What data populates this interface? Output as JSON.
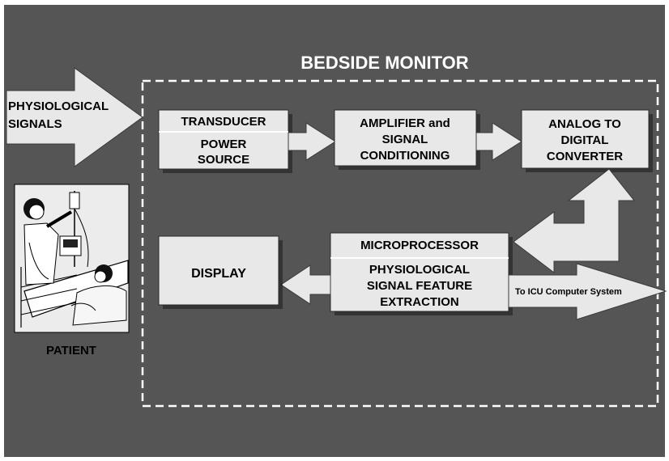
{
  "background_color": "#555555",
  "block_color": "#e8e8e8",
  "title": "BEDSIDE MONITOR",
  "input_label": [
    "PHYSIOLOGICAL",
    "SIGNALS"
  ],
  "patient_label": "PATIENT",
  "blocks": {
    "transducer": {
      "top": "TRANSDUCER",
      "bottom": [
        "POWER",
        "SOURCE"
      ]
    },
    "amplifier": {
      "lines": [
        "AMPLIFIER and",
        "SIGNAL",
        "CONDITIONING"
      ]
    },
    "adc": {
      "lines": [
        "ANALOG TO",
        "DIGITAL",
        "CONVERTER"
      ]
    },
    "microprocessor": {
      "top": "MICROPROCESSOR",
      "bottom": [
        "PHYSIOLOGICAL",
        "SIGNAL FEATURE",
        "EXTRACTION"
      ]
    },
    "display": {
      "label": "DISPLAY"
    }
  },
  "output_label": "To ICU Computer System"
}
